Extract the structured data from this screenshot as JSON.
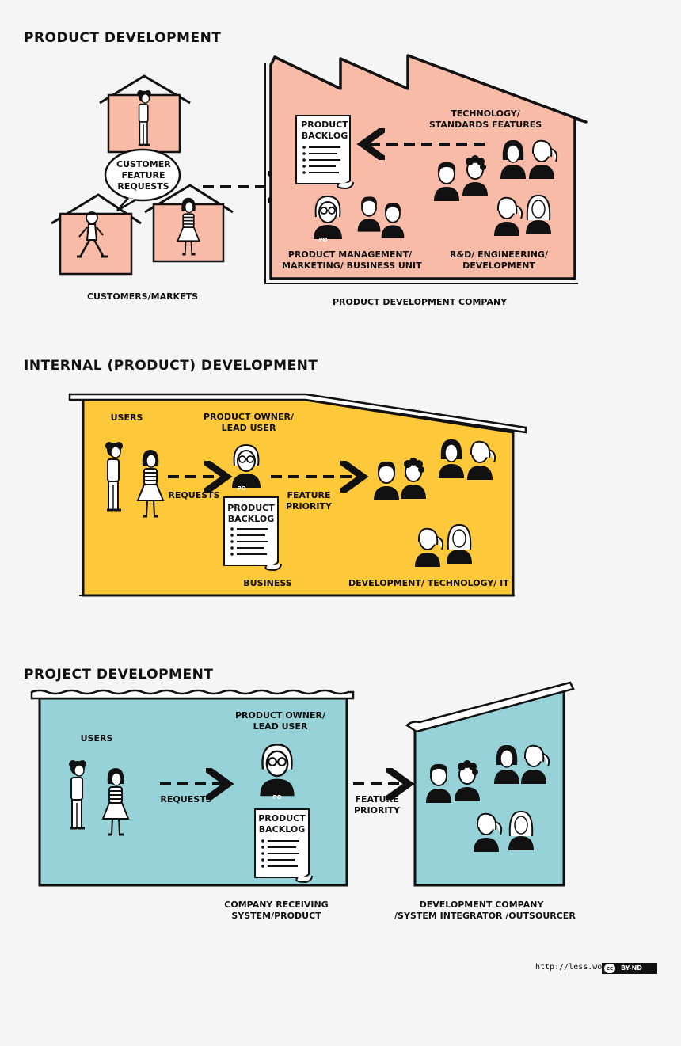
{
  "sections": {
    "product_dev": {
      "title": "PRODUCT DEVELOPMENT",
      "speech_bubble": [
        "CUSTOMER",
        "FEATURE",
        "REQUESTS"
      ],
      "customers_label": "CUSTOMERS/MARKETS",
      "company_label": "PRODUCT DEVELOPMENT COMPANY",
      "backlog": [
        "PRODUCT",
        "BACKLOG"
      ],
      "tech_label": [
        "TECHNOLOGY/",
        "STANDARDS FEATURES"
      ],
      "pm_label": [
        "PRODUCT MANAGEMENT/",
        "MARKETING/ BUSINESS UNIT"
      ],
      "rd_label": [
        "R&D/ ENGINEERING/",
        "DEVELOPMENT"
      ],
      "po_badge": "PO"
    },
    "internal_dev": {
      "title": "INTERNAL (PRODUCT) DEVELOPMENT",
      "users": "USERS",
      "po_label": [
        "PRODUCT OWNER/",
        "LEAD USER"
      ],
      "requests": "REQUESTS",
      "feature_priority": [
        "FEATURE",
        "PRIORITY"
      ],
      "backlog": [
        "PRODUCT",
        "BACKLOG"
      ],
      "business": "BUSINESS",
      "dev_label": "DEVELOPMENT/ TECHNOLOGY/ IT",
      "po_badge": "PO"
    },
    "project_dev": {
      "title": "PROJECT DEVELOPMENT",
      "users": "USERS",
      "po_label": [
        "PRODUCT OWNER/",
        "LEAD USER"
      ],
      "requests": "REQUESTS",
      "feature_priority": [
        "FEATURE",
        "PRIORITY"
      ],
      "backlog": [
        "PRODUCT",
        "BACKLOG"
      ],
      "receiving_label": [
        "COMPANY RECEIVING",
        "SYSTEM/PRODUCT"
      ],
      "dev_company_label": [
        "DEVELOPMENT COMPANY",
        "/SYSTEM INTEGRATOR /OUTSOURCER"
      ],
      "po_badge": "PO"
    }
  },
  "footer": {
    "url": "http://less.works",
    "license_cc": "cc",
    "license": "BY-ND"
  },
  "colors": {
    "salmon": "#f8bba8",
    "yellow": "#fdc93a",
    "teal": "#96d2d8",
    "ink": "#111111"
  }
}
